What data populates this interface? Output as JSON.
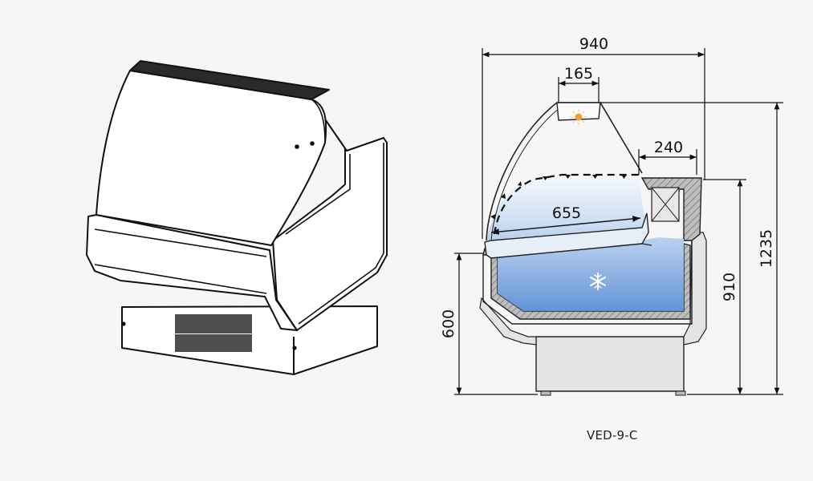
{
  "diagram": {
    "model_label": "VED-9-C",
    "dimensions": {
      "overall_width": "940",
      "lamp_width": "165",
      "top_shelf_depth": "240",
      "display_depth": "655",
      "counter_height": "600",
      "working_height": "910",
      "overall_height": "1235"
    },
    "icons": {
      "lamp": "light-bulb-icon",
      "cooling": "snowflake-icon"
    },
    "colors": {
      "background": "#f6f6f6",
      "cooled_zone_top": "#eef5fc",
      "cooled_zone_bottom": "#5b8fd6",
      "insulation": "#bdbdbd",
      "base": "#e4e4e4",
      "outline": "#111111",
      "lamp_glow": "#f0a030"
    }
  }
}
